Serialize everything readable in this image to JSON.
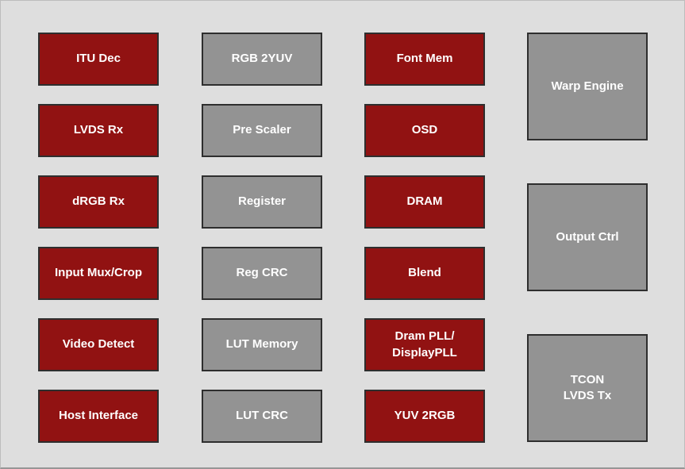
{
  "diagram": {
    "description": "SoC video pipeline block diagram",
    "colors": {
      "background": "#dedede",
      "block_red": "#911212",
      "block_gray": "#939393",
      "block_border": "#2e2e2e",
      "label_text": "#ffffff"
    },
    "columns": [
      {
        "name": "input-blocks",
        "items": [
          {
            "label": "ITU Dec",
            "variant": "red"
          },
          {
            "label": "LVDS Rx",
            "variant": "red"
          },
          {
            "label": "dRGB Rx",
            "variant": "red"
          },
          {
            "label": "Input Mux/Crop",
            "variant": "red"
          },
          {
            "label": "Video Detect",
            "variant": "red"
          },
          {
            "label": "Host Interface",
            "variant": "red"
          }
        ]
      },
      {
        "name": "processing-blocks",
        "items": [
          {
            "label": "RGB 2YUV",
            "variant": "gray"
          },
          {
            "label": "Pre Scaler",
            "variant": "gray"
          },
          {
            "label": "Register",
            "variant": "gray"
          },
          {
            "label": "Reg CRC",
            "variant": "gray"
          },
          {
            "label": "LUT Memory",
            "variant": "gray"
          },
          {
            "label": "LUT CRC",
            "variant": "gray"
          }
        ]
      },
      {
        "name": "memory-blend-blocks",
        "items": [
          {
            "label": "Font Mem",
            "variant": "red"
          },
          {
            "label": "OSD",
            "variant": "red"
          },
          {
            "label": "DRAM",
            "variant": "red"
          },
          {
            "label": "Blend",
            "variant": "red"
          },
          {
            "label": "Dram PLL/\nDisplayPLL",
            "variant": "red"
          },
          {
            "label": "YUV 2RGB",
            "variant": "red"
          }
        ]
      },
      {
        "name": "output-blocks",
        "items": [
          {
            "label": "Warp Engine",
            "variant": "gray"
          },
          {
            "label": "Output Ctrl",
            "variant": "gray"
          },
          {
            "label": "TCON\nLVDS Tx",
            "variant": "gray"
          }
        ]
      }
    ]
  }
}
